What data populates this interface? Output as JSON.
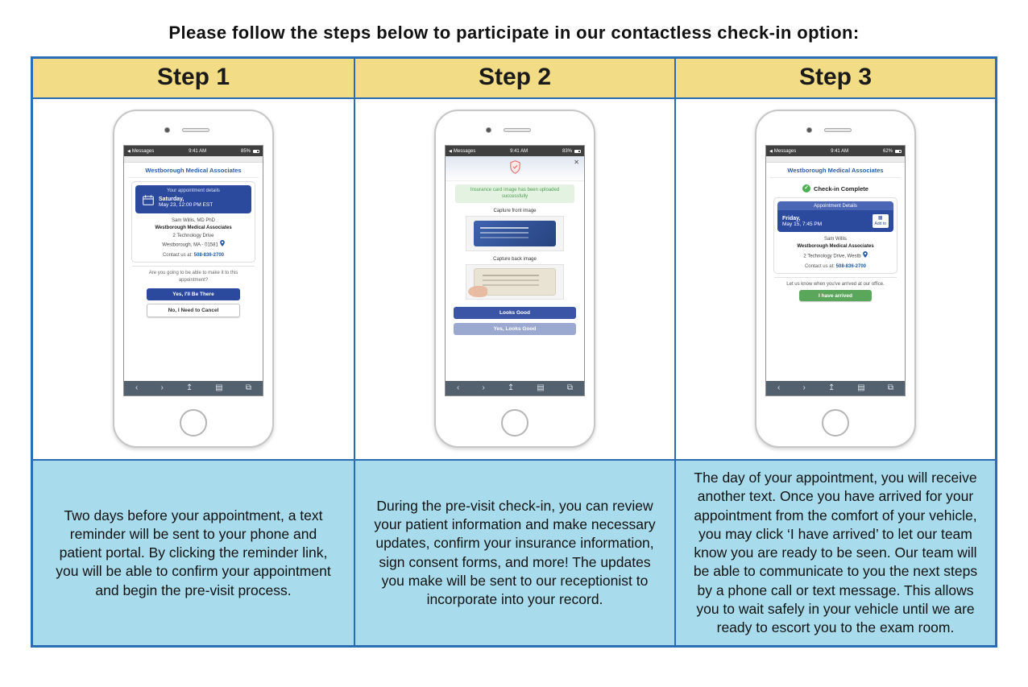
{
  "title": "Please follow the steps below to participate in our contactless check-in option:",
  "colors": {
    "header_bg": "#f2dd86",
    "desc_bg": "#a8dbeb",
    "table_border": "#2a6db5",
    "primary_blue": "#2b4a9e",
    "success_green": "#5aa65a"
  },
  "steps": [
    {
      "label": "Step 1",
      "description": "Two days before your appointment, a text reminder will be sent to your phone and patient portal. By clicking the reminder link, you will be able to confirm your appointment and begin the pre-visit process.",
      "phone": {
        "status": {
          "app": "Messages",
          "time": "9:41 AM",
          "battery": "85%"
        },
        "clinic": "Westborough Medical Associates",
        "card_header": "Your appointment details",
        "date_line1": "Saturday,",
        "date_line2": "May 23, 12:00 PM EST",
        "provider": "Sam Willis, MD PhD",
        "org": "Westborough Medical Associates",
        "address1": "2 Technology Drive",
        "address2": "Westborough, MA - 01581",
        "contact_label": "Contact us at:",
        "contact_phone": "508-836-2700",
        "question": "Are you going to be able to make it to this appointment?",
        "confirm_button": "Yes, I'll Be There",
        "cancel_button": "No, I Need to Cancel"
      }
    },
    {
      "label": "Step 2",
      "description": "During the pre-visit check-in, you can review your patient information and make necessary updates, confirm your insurance information, sign consent forms, and more! The updates you make will be sent to our receptionist to incorporate into your record.",
      "phone": {
        "status": {
          "app": "Messages",
          "time": "9:41 AM",
          "battery": "83%"
        },
        "close_glyph": "✕",
        "banner": "Insurance card image has been uploaded successfully",
        "front_label": "Capture front image",
        "back_label": "Capture back image",
        "primary_button": "Looks Good",
        "secondary_button": "Yes, Looks Good"
      }
    },
    {
      "label": "Step 3",
      "description": "The day of your appointment, you will receive another text.  Once you have arrived for your appointment from the comfort of your vehicle, you may click ‘I have arrived’ to let our team know you are ready to be seen. Our team will be able to communicate to you the next steps by a phone call or text message. This allows you to wait safely in your vehicle until we are ready to escort you to the exam room.",
      "phone": {
        "status": {
          "app": "Messages",
          "time": "9:41 AM",
          "battery": "62%"
        },
        "clinic": "Westborough Medical Associates",
        "checkin": "Check-in Complete",
        "check_glyph": "✓",
        "card_header": "Appointment Details",
        "date_line1": "Friday,",
        "date_line2": "May 15, 7:45 PM",
        "add_to": "Add to",
        "provider": "Sam Willis",
        "org": "Westborough Medical Associates",
        "address1": "2 Technology Drive, Westb",
        "contact_label": "Contact us at:",
        "contact_phone": "508-836-2700",
        "arrive_note": "Let us know when you've arrived at our office.",
        "arrive_button": "I have arrived"
      }
    }
  ]
}
